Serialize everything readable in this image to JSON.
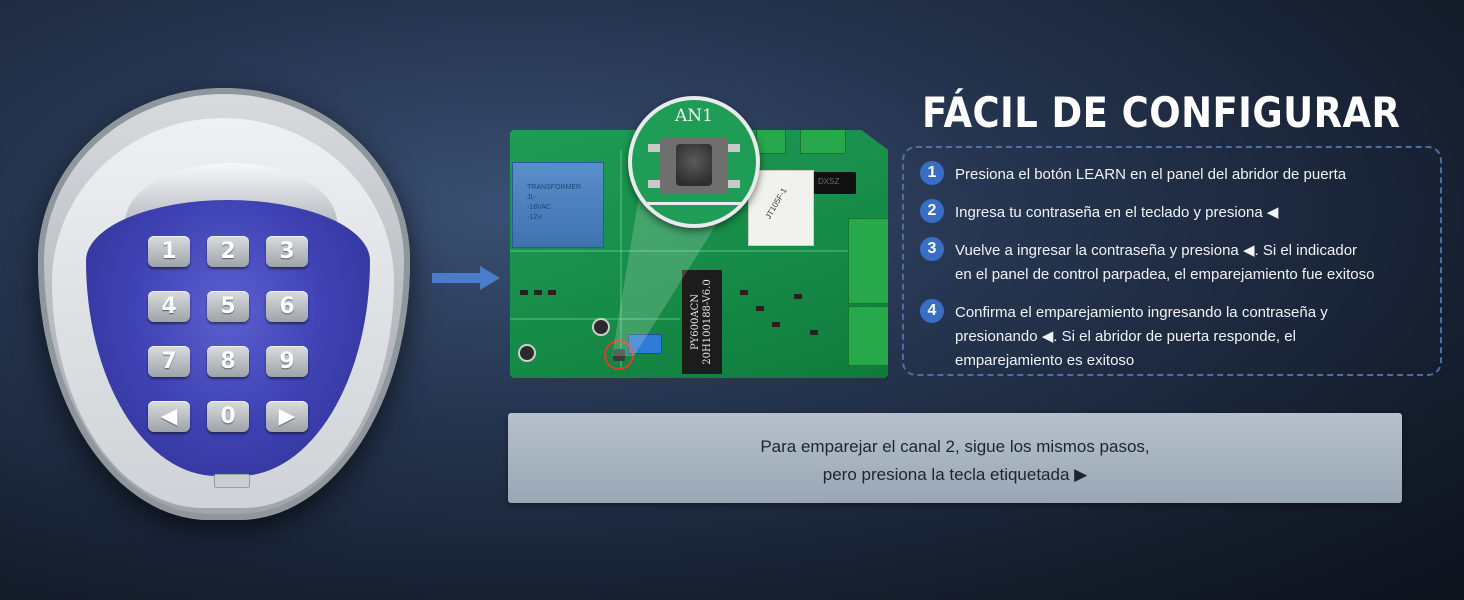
{
  "keypad": {
    "keys": [
      "1",
      "2",
      "3",
      "4",
      "5",
      "6",
      "7",
      "8",
      "9",
      "◀",
      "0",
      "▶"
    ]
  },
  "board": {
    "magnifier_label": "AN1",
    "ic_label": "PY600ACN\n20H100188-V6.0",
    "relay_label": "JT105F-1",
    "part_label": "DXSZ",
    "transformer_label": "TRANSFORMER\nJL-\n-18VAC\n-12V"
  },
  "heading": "FÁCIL DE CONFIGURAR",
  "steps": [
    {
      "number": "1",
      "text": "Presiona el botón LEARN en el panel del abridor de puerta"
    },
    {
      "number": "2",
      "text": "Ingresa tu contraseña en el teclado y presiona ◀"
    },
    {
      "number": "3",
      "text": "Vuelve a ingresar la contraseña y presiona ◀. Si el indicador\nen el panel de control parpadea, el emparejamiento fue exitoso"
    },
    {
      "number": "4",
      "text": "Confirma el emparejamiento ingresando la contraseña y\npresionando ◀. Si el abridor de puerta responde, el\nemparejamiento es exitoso"
    }
  ],
  "note": {
    "text": "Para emparejar el canal 2, sigue los mismos pasos,\npero presiona la tecla etiquetada ▶"
  },
  "colors": {
    "accent": "#3a6ec4",
    "dashed_border": "#4d6fa8",
    "board_green": "#1f9c55",
    "keypad_blue": "#3e41b2",
    "highlight_red": "#e23a2a"
  }
}
